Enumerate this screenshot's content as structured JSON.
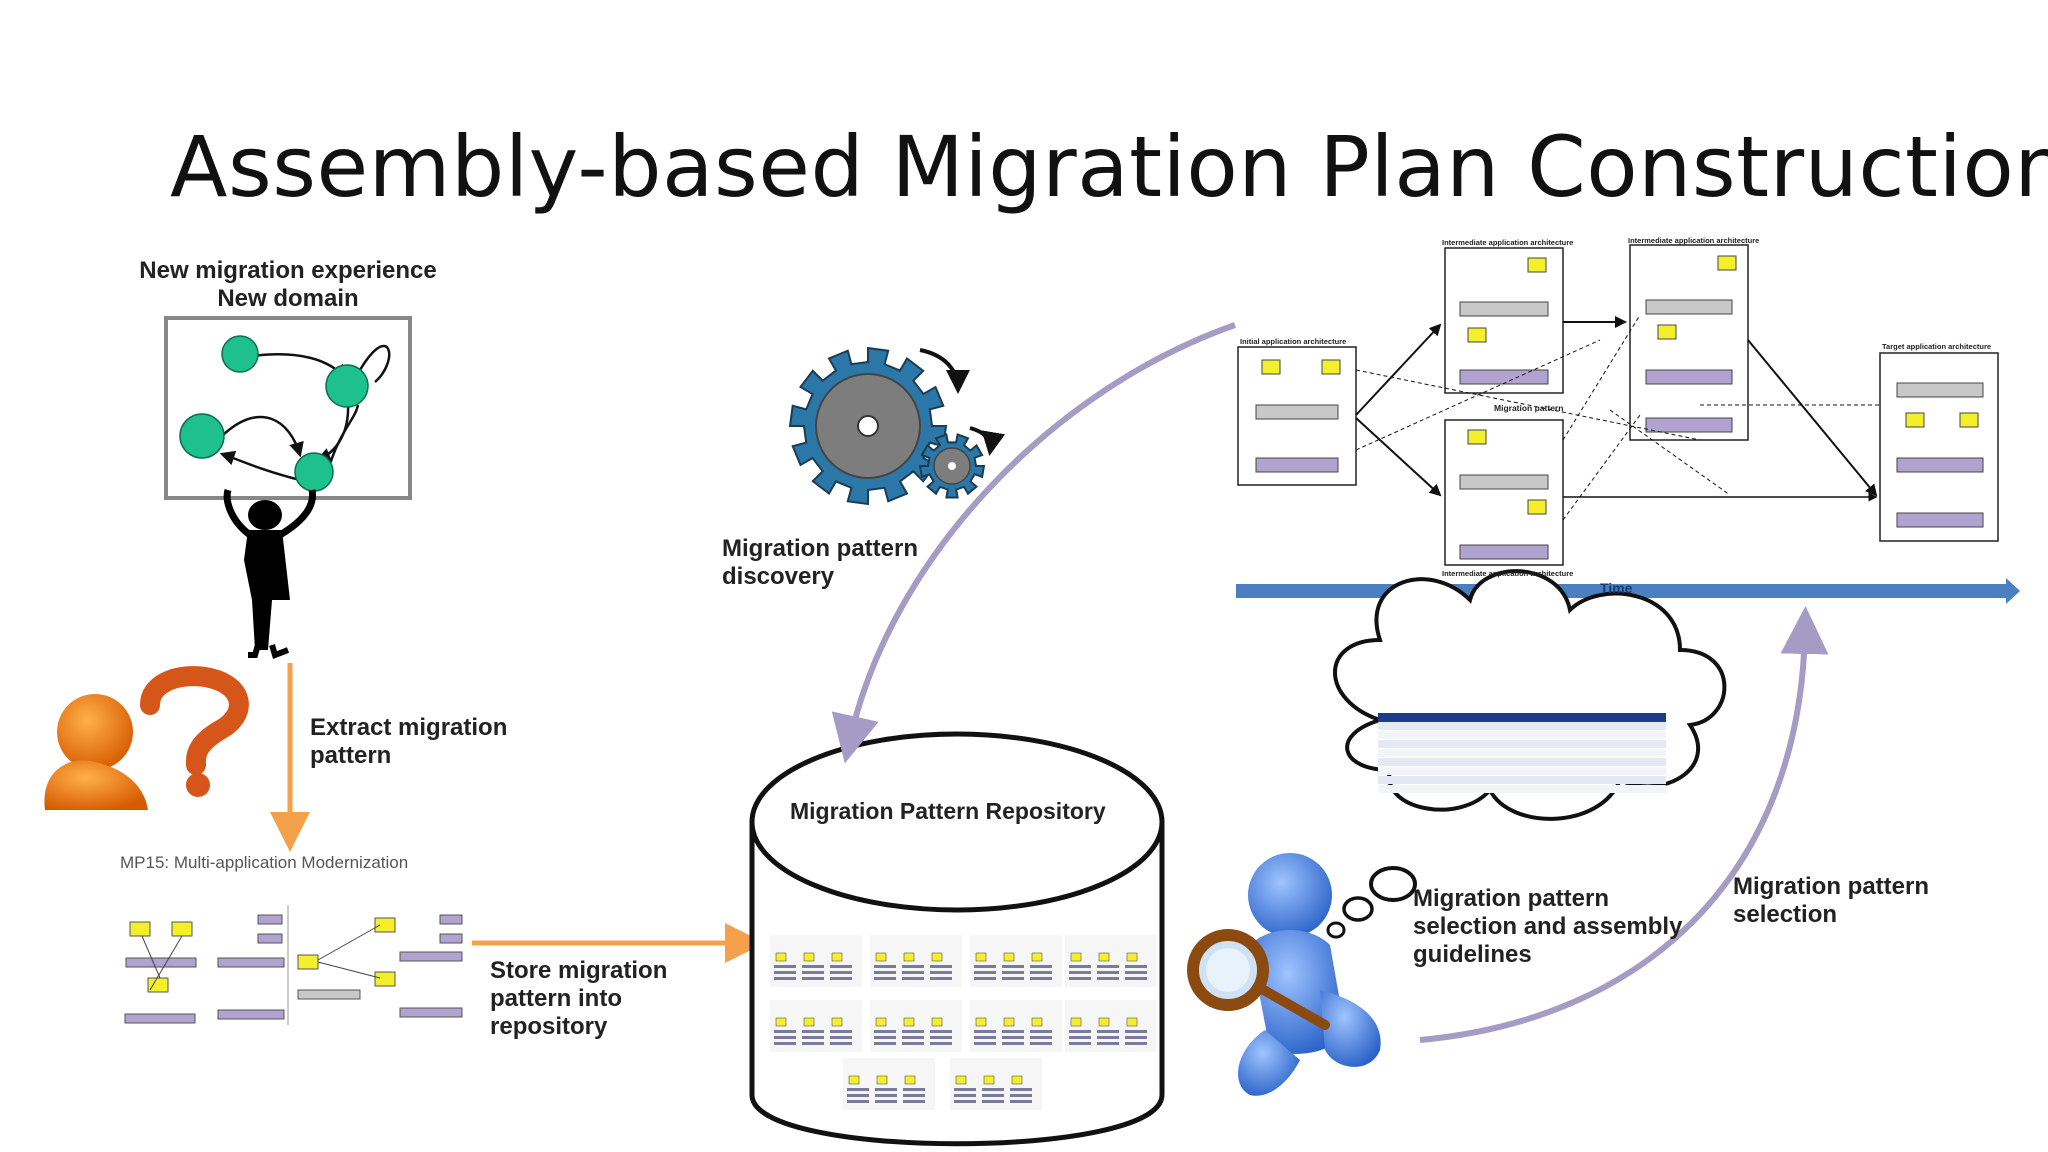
{
  "title": "Assembly-based Migration Plan Construction",
  "experience": {
    "line1": "New migration experience",
    "line2": "New domain"
  },
  "extract": {
    "line1": "Extract migration",
    "line2": "pattern"
  },
  "mp15": "MP15: Multi-application Modernization",
  "store": {
    "line1": "Store migration",
    "line2": "pattern into",
    "line3": "repository"
  },
  "repository_title": "Migration Pattern Repository",
  "discovery": {
    "line1": "Migration pattern",
    "line2": "discovery"
  },
  "guidelines": {
    "line1": "Migration pattern",
    "line2": "selection and assembly",
    "line3": "guidelines"
  },
  "selection": {
    "line1": "Migration pattern",
    "line2": "selection"
  },
  "plan": {
    "initial": "Initial application architecture",
    "intermediate_top1": "Intermediate application architecture",
    "intermediate_top2": "Intermediate application architecture",
    "intermediate_bottom": "Intermediate application architecture",
    "target": "Target application architecture",
    "migration_pattern": "Migration pattern",
    "time": "Time"
  },
  "colors": {
    "arrow_orange": "#f5a04a",
    "arrow_lavender": "#a49cc4",
    "time_bar": "#4a7fc0",
    "node_green": "#1ec08c",
    "component_yellow": "#f3ef2a",
    "platform_purple": "#b0a3cf"
  }
}
